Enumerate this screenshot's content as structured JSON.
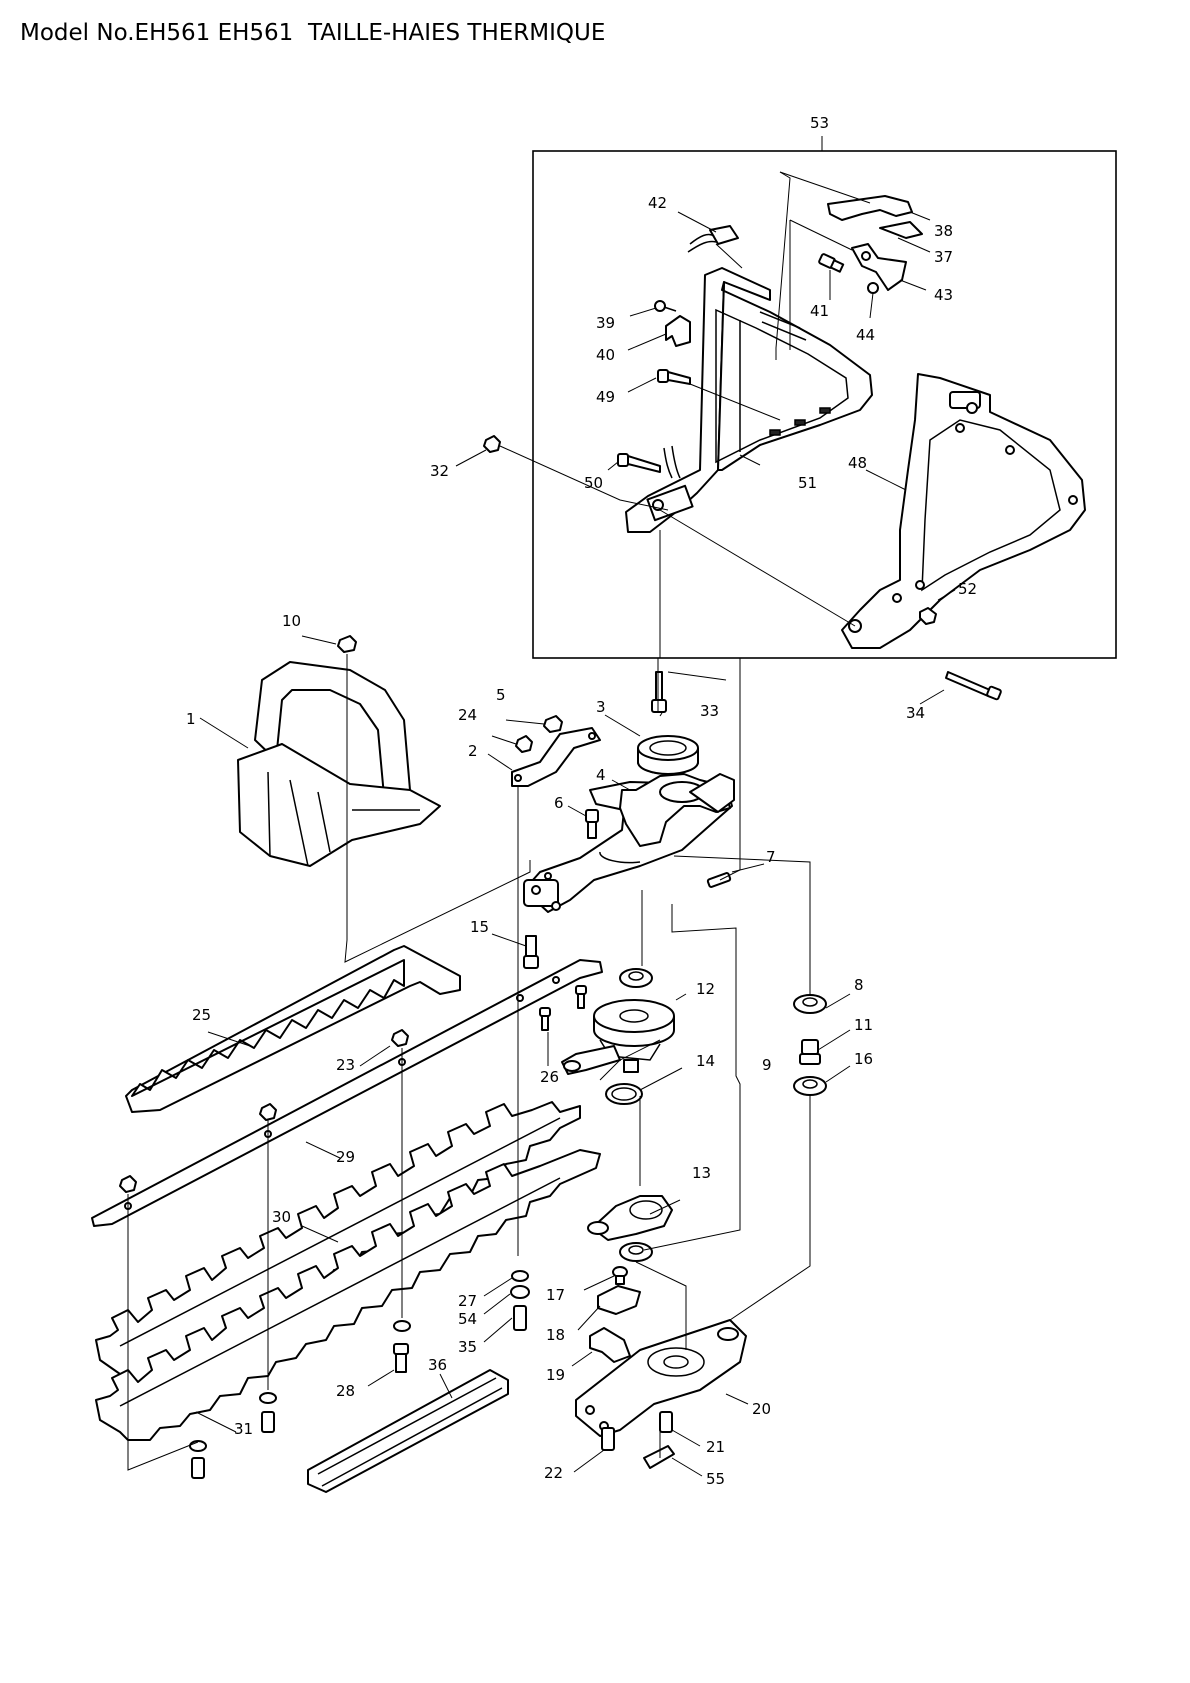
{
  "header": {
    "title": "Model No.EH561 EH561  TAILLE-HAIES THERMIQUE"
  },
  "callouts": [
    {
      "id": "c1",
      "label": "1"
    },
    {
      "id": "c2",
      "label": "2"
    },
    {
      "id": "c3",
      "label": "3"
    },
    {
      "id": "c4",
      "label": "4"
    },
    {
      "id": "c5",
      "label": "5"
    },
    {
      "id": "c6",
      "label": "6"
    },
    {
      "id": "c7",
      "label": "7"
    },
    {
      "id": "c8",
      "label": "8"
    },
    {
      "id": "c9",
      "label": "9"
    },
    {
      "id": "c10",
      "label": "10"
    },
    {
      "id": "c11",
      "label": "11"
    },
    {
      "id": "c12",
      "label": "12"
    },
    {
      "id": "c13",
      "label": "13"
    },
    {
      "id": "c14",
      "label": "14"
    },
    {
      "id": "c15",
      "label": "15"
    },
    {
      "id": "c16",
      "label": "16"
    },
    {
      "id": "c17",
      "label": "17"
    },
    {
      "id": "c18",
      "label": "18"
    },
    {
      "id": "c19",
      "label": "19"
    },
    {
      "id": "c20",
      "label": "20"
    },
    {
      "id": "c21",
      "label": "21"
    },
    {
      "id": "c22",
      "label": "22"
    },
    {
      "id": "c23",
      "label": "23"
    },
    {
      "id": "c24",
      "label": "24"
    },
    {
      "id": "c25",
      "label": "25"
    },
    {
      "id": "c26",
      "label": "26"
    },
    {
      "id": "c27",
      "label": "27"
    },
    {
      "id": "c28",
      "label": "28"
    },
    {
      "id": "c29",
      "label": "29"
    },
    {
      "id": "c30",
      "label": "30"
    },
    {
      "id": "c31",
      "label": "31"
    },
    {
      "id": "c32",
      "label": "32"
    },
    {
      "id": "c33",
      "label": "33"
    },
    {
      "id": "c34",
      "label": "34"
    },
    {
      "id": "c35",
      "label": "35"
    },
    {
      "id": "c36",
      "label": "36"
    },
    {
      "id": "c37",
      "label": "37"
    },
    {
      "id": "c38",
      "label": "38"
    },
    {
      "id": "c39",
      "label": "39"
    },
    {
      "id": "c40",
      "label": "40"
    },
    {
      "id": "c41",
      "label": "41"
    },
    {
      "id": "c42",
      "label": "42"
    },
    {
      "id": "c43",
      "label": "43"
    },
    {
      "id": "c44",
      "label": "44"
    },
    {
      "id": "c48",
      "label": "48"
    },
    {
      "id": "c49",
      "label": "49"
    },
    {
      "id": "c50",
      "label": "50"
    },
    {
      "id": "c51",
      "label": "51"
    },
    {
      "id": "c52",
      "label": "52"
    },
    {
      "id": "c53",
      "label": "53"
    },
    {
      "id": "c54",
      "label": "54"
    },
    {
      "id": "c55",
      "label": "55"
    }
  ]
}
